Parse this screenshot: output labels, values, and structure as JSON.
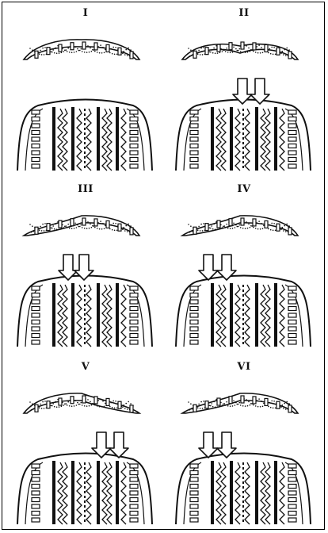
{
  "diagram": {
    "panels": [
      {
        "numeral": "I",
        "wear": "none",
        "arrows": []
      },
      {
        "numeral": "II",
        "wear": "center",
        "arrows": [
          "center-left",
          "center-right"
        ]
      },
      {
        "numeral": "III",
        "wear": "left",
        "arrows": [
          "left-inner",
          "center-left"
        ]
      },
      {
        "numeral": "IV",
        "wear": "left",
        "arrows": [
          "left-outer",
          "left-inner"
        ]
      },
      {
        "numeral": "V",
        "wear": "right",
        "arrows": [
          "center-right",
          "right-inner"
        ]
      },
      {
        "numeral": "VI",
        "wear": "left",
        "arrows": [
          "left-outer",
          "left-inner"
        ]
      }
    ],
    "colors": {
      "ink": "#111111",
      "paper": "#ffffff",
      "arrow_fill": "#ffffff"
    }
  }
}
